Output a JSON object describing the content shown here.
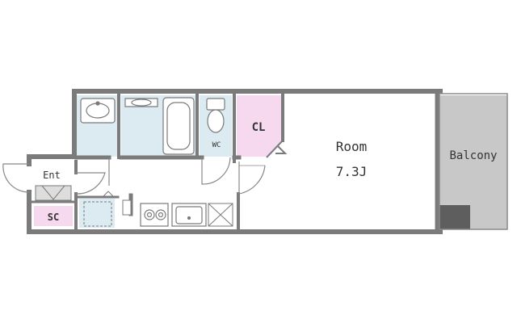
{
  "rooms": {
    "room": {
      "name": "Room",
      "size": "7.3J"
    },
    "closet": "CL",
    "wc": "WC",
    "entrance": "Ent",
    "shoe_closet": "SC",
    "balcony": "Balcony"
  },
  "colors": {
    "wall": "#7b7b7b",
    "wet_area": "#dcebf1",
    "closet_fill": "#f6d9ef",
    "balcony_fill": "#c8c8c8",
    "balcony_dark": "#5e5e5e",
    "fixture_line": "#7a7a7a"
  },
  "icons": {
    "washbasin": "washbasin-icon",
    "bathtub": "bathtub-icon",
    "toilet": "toilet-icon",
    "stove": "stove-burners-icon",
    "sink": "kitchen-sink-icon",
    "fridge": "refrigerator-space-icon"
  }
}
